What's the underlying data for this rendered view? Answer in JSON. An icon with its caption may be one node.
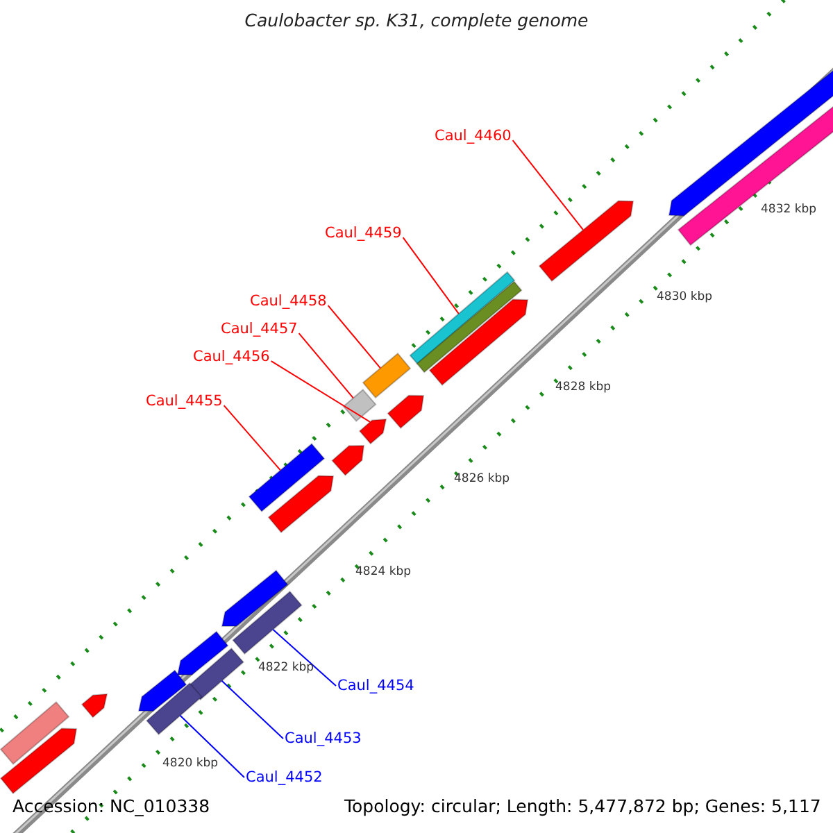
{
  "diagram": {
    "title": "Caulobacter sp. K31, complete genome",
    "nodes": [
      {
        "text": [
          "Caul_4460"
        ]
      },
      {
        "text": [
          "Caul_4459"
        ]
      },
      {
        "text": [
          "Caul_4458"
        ]
      },
      {
        "text": [
          "Caul_4457"
        ]
      },
      {
        "text": [
          "Caul_4456"
        ]
      },
      {
        "text": [
          "Caul_4455"
        ]
      },
      {
        "text": [
          "Caul_4454"
        ]
      },
      {
        "text": [
          "Caul_4453"
        ]
      },
      {
        "text": [
          "Caul_4452"
        ]
      },
      {
        "text": [],
        "shape": "bar"
      },
      {
        "text": [],
        "shape": "bar"
      },
      {
        "text": [],
        "shape": "bar"
      },
      {
        "text": [],
        "shape": "bar"
      },
      {
        "text": [],
        "shape": "bar"
      },
      {
        "text": [],
        "shape": "bar"
      },
      {
        "text": [],
        "shape": "bar"
      },
      {
        "text": [],
        "shape": "bar"
      },
      {
        "text": [],
        "shape": "bar"
      },
      {
        "text": [],
        "shape": "bar"
      },
      {
        "text": [],
        "shape": "bar"
      },
      {
        "text": [],
        "shape": "bar"
      },
      {
        "text": [],
        "shape": "bar"
      },
      {
        "text": [],
        "shape": "bar"
      },
      {
        "text": [],
        "shape": "bar"
      },
      {
        "text": [],
        "shape": "bar"
      },
      {
        "text": [],
        "shape": "bar"
      },
      {
        "text": [],
        "shape": "bar"
      },
      {
        "text": [],
        "shape": "bar"
      },
      {
        "text": [],
        "shape": "bar"
      },
      {
        "text": [],
        "shape": "bar"
      },
      {
        "text": [],
        "shape": "bar"
      }
    ],
    "edges": [
      {
        "from": 0,
        "to": 11,
        "arrow": "none"
      },
      {
        "from": 1,
        "to": 12,
        "arrow": "none"
      },
      {
        "from": 2,
        "to": 15,
        "arrow": "none"
      },
      {
        "from": 3,
        "to": 16,
        "arrow": "none"
      },
      {
        "from": 4,
        "to": 18,
        "arrow": "none"
      },
      {
        "from": 5,
        "to": 20,
        "arrow": "none"
      },
      {
        "from": 6,
        "to": 23,
        "arrow": "none",
        "color": "#0000ff"
      },
      {
        "from": 7,
        "to": 25,
        "arrow": "none",
        "color": "#0000ff"
      },
      {
        "from": 8,
        "to": 28,
        "arrow": "none",
        "color": "#0000ff"
      }
    ],
    "labels": [
      "4832 kbp",
      "4830 kbp",
      "4828 kbp",
      "4826 kbp",
      "4824 kbp",
      "4822 kbp",
      "4820 kbp",
      "Accession: NC_010338",
      "Topology: circular; Length: 5,477,872 bp; Genes: 5,117"
    ]
  }
}
